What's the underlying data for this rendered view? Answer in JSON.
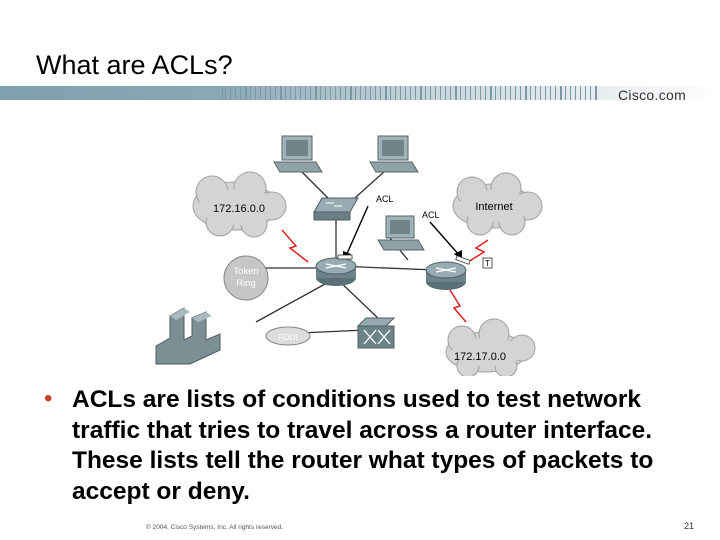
{
  "slide": {
    "title": "What are ACLs?",
    "logo": "Cisco.com",
    "bullet": "ACLs are lists of conditions used to test network traffic that tries to travel across a router interface. These lists tell the router what types of packets to accept or deny.",
    "footer": "© 2004, Cisco Systems, Inc. All rights reserved.",
    "page_number": "21"
  },
  "diagram": {
    "cloud_left": "172.16.0.0",
    "cloud_internet": "Internet",
    "cloud_bottom": "172.17.0.0",
    "token_ring_line1": "Token",
    "token_ring_line2": "Ring",
    "fddi": "FDDI",
    "acl_label_1": "ACL",
    "acl_label_2": "ACL",
    "interface_mark": "T"
  }
}
